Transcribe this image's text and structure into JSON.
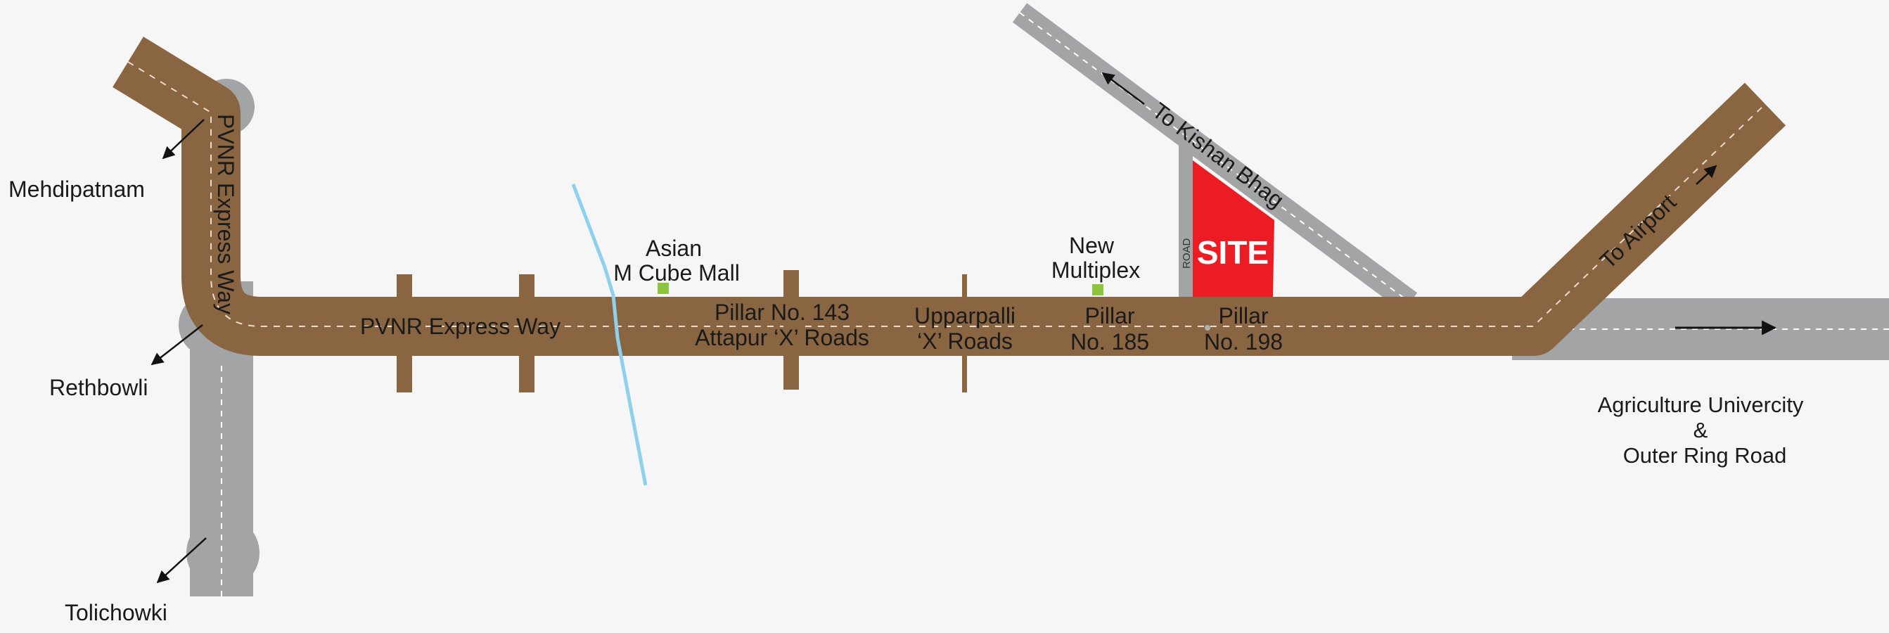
{
  "colors": {
    "background": "#f6f6f6",
    "express_way": "#8a6541",
    "grey_road": "#a3a4a6",
    "site": "#ec1c24",
    "river": "#8fd1ec",
    "landmark": "#8cc63f"
  },
  "labels": {
    "mehdipatnam": "Mehdipatnam",
    "rethbowli": "Rethbowli",
    "tolichowki": "Tolichowki",
    "pvnr_vertical": "PVNR Express Way",
    "pvnr_horizontal": "PVNR Express Way",
    "asian_mall_line1": "Asian",
    "asian_mall_line2": "M Cube Mall",
    "pillar143_line1": "Pillar No. 143",
    "pillar143_line2": "Attapur ‘X’ Roads",
    "upparpalli_line1": "Upparpalli",
    "upparpalli_line2": "‘X’ Roads",
    "new_multiplex_line1": "New",
    "new_multiplex_line2": "Multiplex",
    "pillar185_line1": "Pillar",
    "pillar185_line2": "No. 185",
    "pillar198_line1": "Pillar",
    "pillar198_line2": "No. 198",
    "site": "SITE",
    "road": "ROAD",
    "kishan_bhag": "To Kishan Bhag",
    "airport": "To Airport",
    "agri_line1": "Agriculture Univercity",
    "agri_line2": "&",
    "agri_line3": "Outer Ring Road"
  },
  "icons": {
    "direction_arrow": "arrow-icon",
    "landmark_marker": "square-marker-icon"
  }
}
